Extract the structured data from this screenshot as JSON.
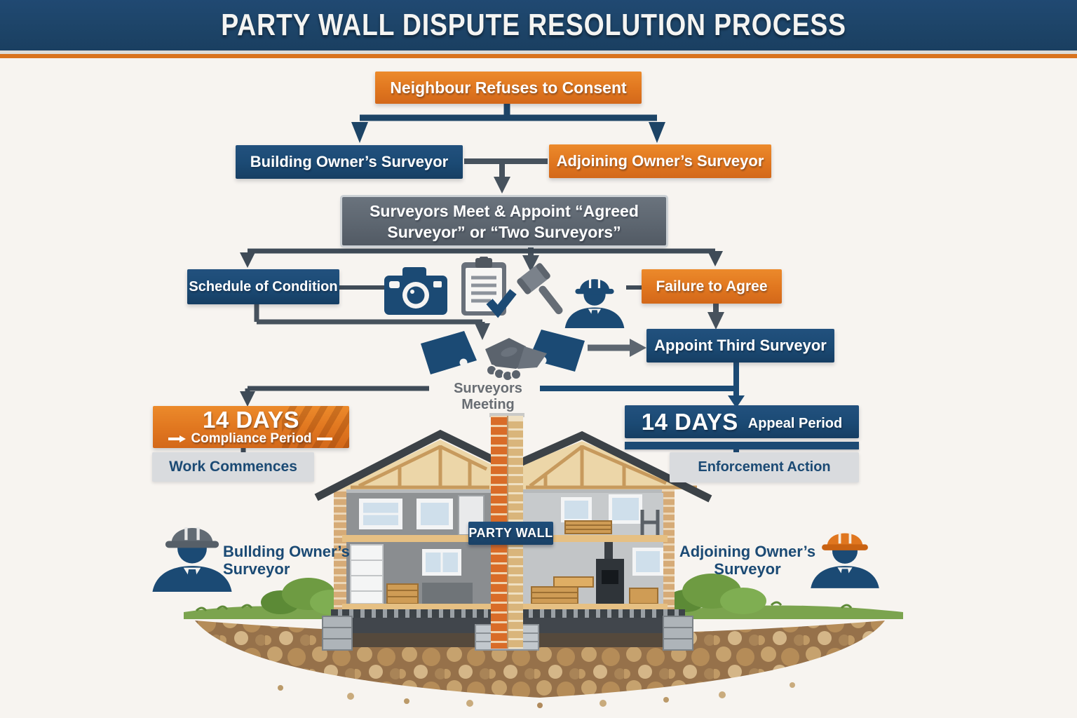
{
  "header": {
    "title": "PARTY WALL DISPUTE RESOLUTION PROCESS"
  },
  "flowchart": {
    "neighbour_refuses": {
      "label": "Neighbour Refuses to Consent"
    },
    "building_owner_surveyor": {
      "label": "Building Owner’s Surveyor"
    },
    "adjoining_owner_surveyor": {
      "label": "Adjoining Owner’s Surveyor"
    },
    "surveyors_meet": {
      "line1": "Surveyors Meet & Appoint “Agreed",
      "line2": "Surveyor” or “Two Surveyors”"
    },
    "schedule_of_condition": {
      "label": "Schedule of Condition"
    },
    "failure_to_agree": {
      "label": "Failure to Agree"
    },
    "appoint_third_surveyor": {
      "label": "Appoint Third Surveyor"
    },
    "surveyors_meeting": {
      "label": "Surveyors Meeting"
    },
    "compliance": {
      "days": "14 DAYS",
      "label": "Compliance Period"
    },
    "work_commences": {
      "label": "Work Commences"
    },
    "appeal": {
      "days": "14 DAYS",
      "label": "Appeal Period"
    },
    "enforcement_action": {
      "label": "Enforcement Action"
    }
  },
  "house": {
    "party_wall_sign": "PARTY WALL"
  },
  "people": {
    "left": {
      "line1": "Bullding Owner’s",
      "line2": "Surveyor"
    },
    "right": {
      "line1": "Adjoining Owner’s",
      "line2": "Surveyor"
    }
  },
  "icons": [
    "camera-icon",
    "clipboard-icon",
    "gavel-icon",
    "surveyor-icon",
    "handshake-icon",
    "hardhat-surveyor-left-icon",
    "hardhat-surveyor-right-icon"
  ],
  "colors": {
    "header_navy": "#1d4468",
    "box_navy": "#1b4a74",
    "box_orange": "#e0761f",
    "box_gray": "#5d6670",
    "light_box": "#d9dbde",
    "connector_gray": "#43505b",
    "accent_orange_line": "#d9731d",
    "background": "#f7f4f0",
    "meeting_text": "#686d73"
  }
}
